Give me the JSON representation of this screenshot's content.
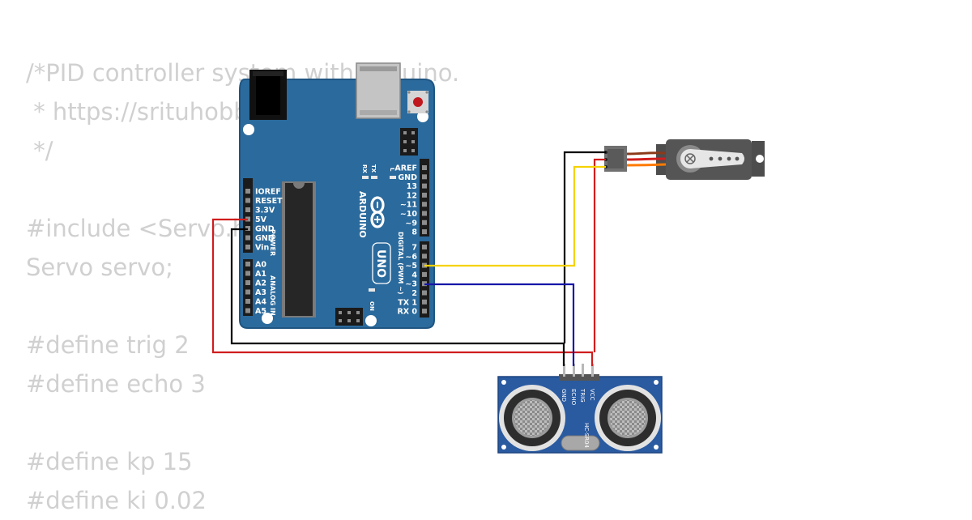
{
  "code_lines": [
    "/*PID controller system with Arduino.",
    " * https://srituhobby.com",
    " */",
    "",
    "#include <Servo.h>",
    "Servo servo;",
    "",
    "#define trig 2",
    "#define echo 3",
    "",
    "#define kp 15",
    "#define ki 0.02"
  ],
  "arduino": {
    "brand": "ARDUINO",
    "model": "UNO",
    "power_section_label": "POWER",
    "analog_section_label": "ANALOG IN",
    "digital_section_label": "DIGITAL (PWM ~)",
    "on_label": "ON",
    "tx_led_label": "TX",
    "rx_led_label": "RX",
    "l_led_label": "L",
    "power_pins": [
      "IOREF",
      "RESET",
      "3.3V",
      "5V",
      "GND",
      "GND",
      "Vin"
    ],
    "analog_pins": [
      "A0",
      "A1",
      "A2",
      "A3",
      "A4",
      "A5"
    ],
    "digital_pins_upper": [
      "AREF",
      "GND",
      "13",
      "12",
      "~11",
      "~10",
      "~9",
      "8"
    ],
    "digital_pins_lower": [
      "7",
      "~6",
      "~5",
      "4",
      "~3",
      "2",
      "TX 1",
      "RX 0"
    ],
    "colors": {
      "board": "#2b6a9c",
      "board_edge": "#1f5582",
      "header": "#1b1b1b"
    }
  },
  "ultrasonic": {
    "model": "HC-SR04",
    "pins": [
      "GND",
      "ECHO",
      "TRIG",
      "VCC"
    ],
    "colors": {
      "board": "#2a5aa0"
    }
  },
  "servo": {
    "colors": {
      "body": "#555555",
      "horn": "#e6e6e6"
    }
  },
  "wires": {
    "colors": {
      "power": "#d01d1d",
      "ground": "#000000",
      "signal_servo": "#f5d200",
      "signal_echo": "#1616a8",
      "servo_orange": "#ff7a00",
      "servo_brown": "#8b3a1a"
    }
  }
}
